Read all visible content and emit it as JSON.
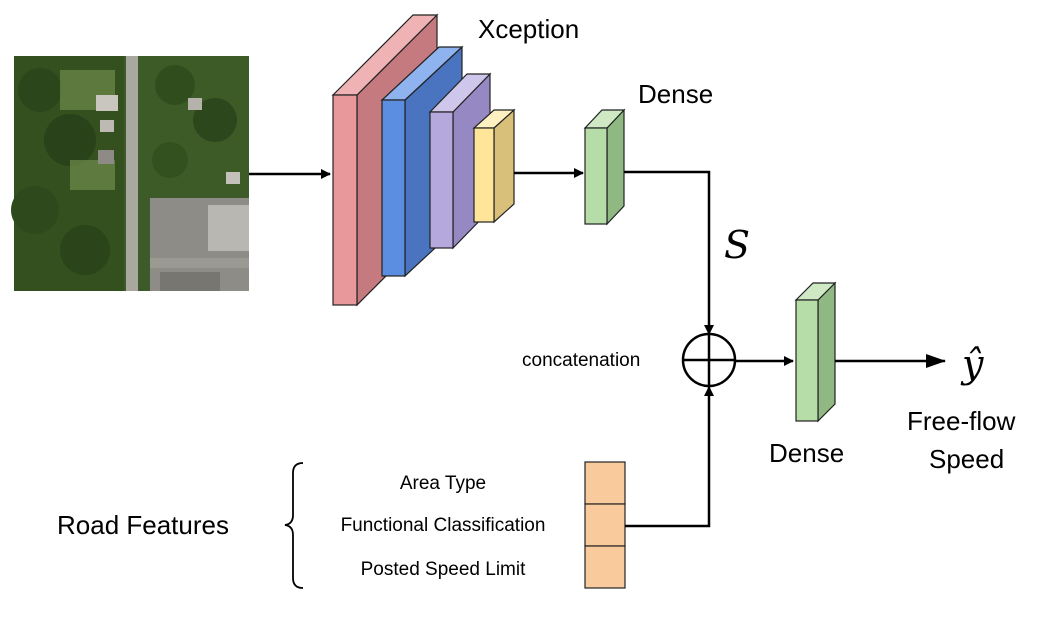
{
  "labels": {
    "xception": "Xception",
    "dense_top": "Dense",
    "s_symbol": "S",
    "concatenation": "concatenation",
    "dense_bottom": "Dense",
    "output_symbol": "ŷ",
    "output_line1": "Free-flow",
    "output_line2": "Speed",
    "road_features": "Road Features",
    "feature_1": "Area Type",
    "feature_2": "Functional Classification",
    "feature_3": "Posted Speed Limit"
  },
  "colors": {
    "xception_block_1": "#e8979a",
    "xception_block_2": "#5b8ee0",
    "xception_block_3": "#b4a8dc",
    "xception_block_4": "#ffe59a",
    "dense": "#b6dca8",
    "feature_cell": "#f9cb9c"
  }
}
